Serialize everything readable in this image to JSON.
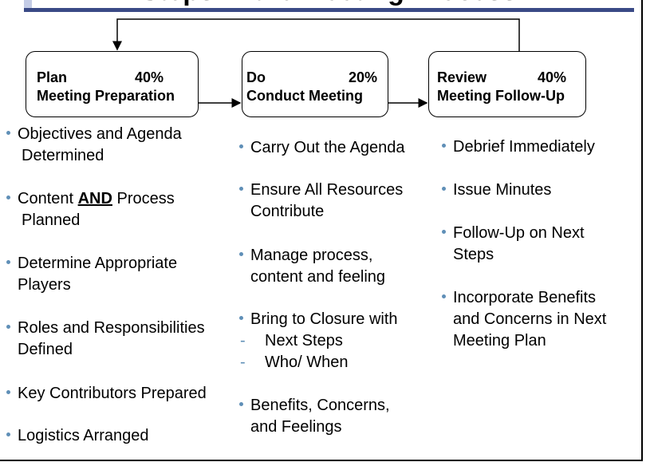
{
  "title": "Steps in the Meeting Process",
  "phases": [
    {
      "name": "Plan",
      "percent": "40%",
      "subtitle": "Meeting Preparation",
      "bullets": [
        {
          "lines": [
            "Objectives and Agenda",
            "Determined"
          ]
        },
        {
          "pre": "Content ",
          "emph": "AND",
          "post": " Process",
          "line2": "Planned"
        },
        {
          "lines": [
            "Determine Appropriate",
            "Players"
          ]
        },
        {
          "lines": [
            "Roles and Responsibilities",
            "Defined"
          ]
        },
        {
          "lines": [
            "Key Contributors Prepared"
          ]
        },
        {
          "lines": [
            "Logistics Arranged"
          ]
        }
      ]
    },
    {
      "name": "Do",
      "percent": "20%",
      "subtitle": "Conduct Meeting",
      "bullets": [
        {
          "lines": [
            "Carry Out the Agenda"
          ]
        },
        {
          "lines": [
            "Ensure All Resources",
            "Contribute"
          ]
        },
        {
          "lines": [
            "Manage process,",
            "content and feeling"
          ]
        },
        {
          "lines": [
            "Bring to Closure with"
          ],
          "subitems": [
            "Next Steps",
            "Who/ When"
          ]
        },
        {
          "lines": [
            "Benefits, Concerns,",
            "and Feelings"
          ]
        }
      ]
    },
    {
      "name": "Review",
      "percent": "40%",
      "subtitle": "Meeting Follow-Up",
      "bullets": [
        {
          "lines": [
            "Debrief Immediately"
          ]
        },
        {
          "lines": [
            "Issue Minutes"
          ]
        },
        {
          "lines": [
            "Follow-Up on Next",
            "Steps"
          ]
        },
        {
          "lines": [
            "Incorporate Benefits",
            "and Concerns in Next",
            "Meeting Plan"
          ]
        }
      ]
    }
  ],
  "colors": {
    "bullet": "#5f8fb7",
    "title_rule": "#3a4a86",
    "border": "#000000"
  }
}
